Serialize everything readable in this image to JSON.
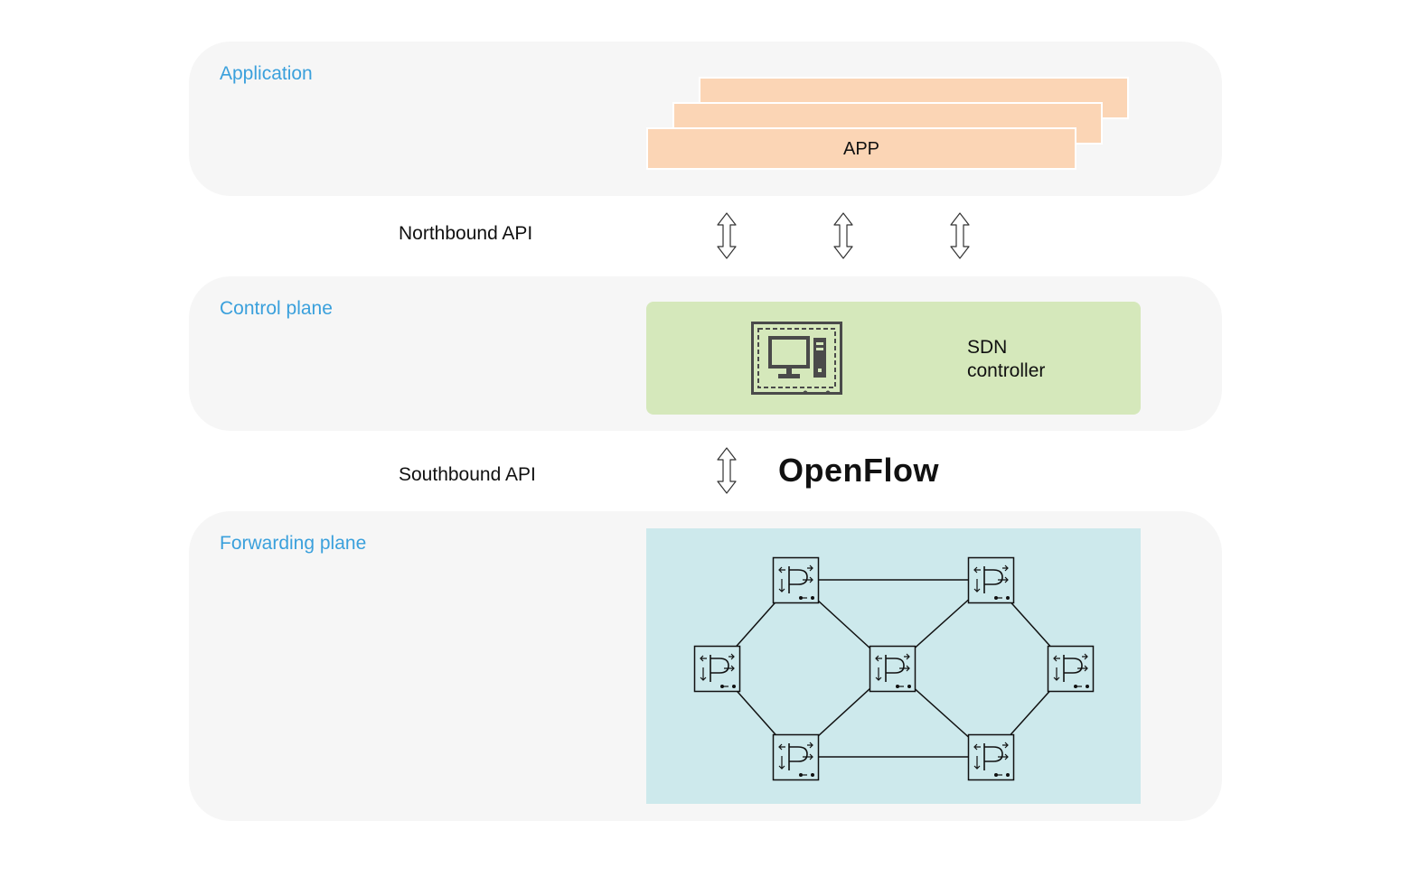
{
  "colors": {
    "panel_bg": "#f6f6f6",
    "layer_title": "#3aa0dc",
    "app_card": "#fbd5b5",
    "controller_bg": "#d5e8bb",
    "network_bg": "#cde9ec"
  },
  "layers": {
    "application": {
      "title": "Application",
      "app_label": "APP"
    },
    "control": {
      "title": "Control plane",
      "controller_line1": "SDN",
      "controller_line2": "controller"
    },
    "forwarding": {
      "title": "Forwarding plane"
    }
  },
  "apis": {
    "northbound": "Northbound API",
    "southbound": "Southbound API",
    "protocol": "OpenFlow"
  },
  "icons": {
    "controller": "computer-icon",
    "switch": "switch-icon",
    "arrow": "double-arrow-icon"
  },
  "network": {
    "nodes": [
      "left",
      "top-left",
      "center",
      "top-right",
      "right",
      "bottom-left",
      "bottom-right"
    ],
    "links": [
      [
        "left",
        "top-left"
      ],
      [
        "left",
        "bottom-left"
      ],
      [
        "top-left",
        "top-right"
      ],
      [
        "top-left",
        "center"
      ],
      [
        "bottom-left",
        "center"
      ],
      [
        "bottom-left",
        "bottom-right"
      ],
      [
        "center",
        "top-right"
      ],
      [
        "center",
        "bottom-right"
      ],
      [
        "top-right",
        "right"
      ],
      [
        "bottom-right",
        "right"
      ]
    ]
  }
}
